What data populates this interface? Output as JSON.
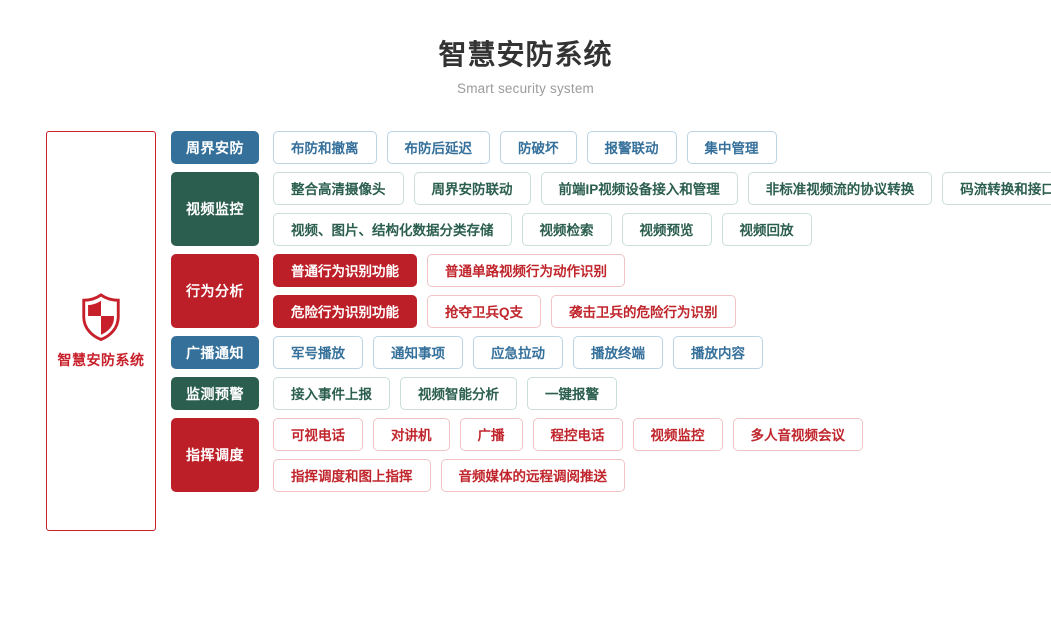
{
  "header": {
    "title": "智慧安防系统",
    "subtitle": "Smart security system"
  },
  "system_panel": {
    "icon": "shield-icon",
    "label": "智慧安防系统",
    "border_color": "#c8202b",
    "text_color": "#c8202b"
  },
  "colors": {
    "blue": "#35709b",
    "green": "#2b5e4e",
    "red": "#bd1f28",
    "blue_chip_text": "#35709b",
    "green_chip_text": "#2b5e4e",
    "red_chip_text": "#c0252c",
    "title_text": "#333333",
    "subtitle_text": "#9b9b9b"
  },
  "rows": [
    {
      "category": "周界安防",
      "theme": "blue",
      "lines": [
        [
          {
            "label": "布防和撤离",
            "solid": false
          },
          {
            "label": "布防后延迟",
            "solid": false
          },
          {
            "label": "防破坏",
            "solid": false
          },
          {
            "label": "报警联动",
            "solid": false
          },
          {
            "label": "集中管理",
            "solid": false
          }
        ]
      ]
    },
    {
      "category": "视频监控",
      "theme": "green",
      "lines": [
        [
          {
            "label": "整合高清摄像头",
            "solid": false
          },
          {
            "label": "周界安防联动",
            "solid": false
          },
          {
            "label": "前端IP视频设备接入和管理",
            "solid": false
          },
          {
            "label": "非标准视频流的协议转换",
            "solid": false
          },
          {
            "label": "码流转换和接口转换",
            "solid": false
          }
        ],
        [
          {
            "label": "视频、图片、结构化数据分类存储",
            "solid": false
          },
          {
            "label": "视频检索",
            "solid": false
          },
          {
            "label": "视频预览",
            "solid": false
          },
          {
            "label": "视频回放",
            "solid": false
          }
        ]
      ]
    },
    {
      "category": "行为分析",
      "theme": "red",
      "lines": [
        [
          {
            "label": "普通行为识别功能",
            "solid": true
          },
          {
            "label": "普通单路视频行为动作识别",
            "solid": false
          }
        ],
        [
          {
            "label": "危险行为识别功能",
            "solid": true
          },
          {
            "label": "抢夺卫兵Q支",
            "solid": false
          },
          {
            "label": "袭击卫兵的危险行为识别",
            "solid": false
          }
        ]
      ]
    },
    {
      "category": "广播通知",
      "theme": "blue",
      "lines": [
        [
          {
            "label": "军号播放",
            "solid": false
          },
          {
            "label": "通知事项",
            "solid": false
          },
          {
            "label": "应急拉动",
            "solid": false
          },
          {
            "label": "播放终端",
            "solid": false
          },
          {
            "label": "播放内容",
            "solid": false
          }
        ]
      ]
    },
    {
      "category": "监测预警",
      "theme": "green",
      "lines": [
        [
          {
            "label": "接入事件上报",
            "solid": false
          },
          {
            "label": "视频智能分析",
            "solid": false
          },
          {
            "label": "一键报警",
            "solid": false
          }
        ]
      ]
    },
    {
      "category": "指挥调度",
      "theme": "red",
      "lines": [
        [
          {
            "label": "可视电话",
            "solid": false
          },
          {
            "label": "对讲机",
            "solid": false
          },
          {
            "label": "广播",
            "solid": false
          },
          {
            "label": "程控电话",
            "solid": false
          },
          {
            "label": "视频监控",
            "solid": false
          },
          {
            "label": "多人音视频会议",
            "solid": false
          }
        ],
        [
          {
            "label": "指挥调度和图上指挥",
            "solid": false
          },
          {
            "label": "音频媒体的远程调阅推送",
            "solid": false
          }
        ]
      ]
    }
  ]
}
